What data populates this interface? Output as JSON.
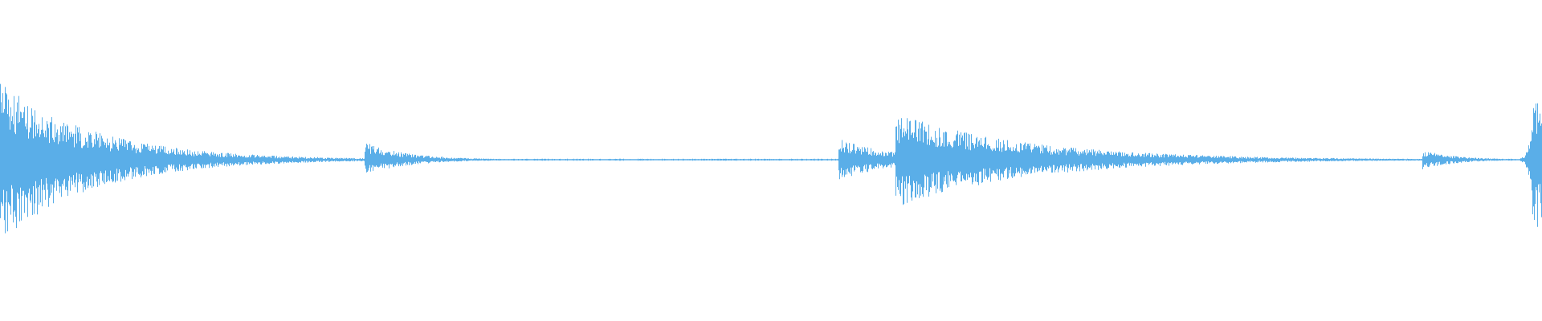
{
  "waveform": {
    "color": "#5aaee8",
    "background": "#ffffff",
    "transients": [
      {
        "at": 0.0,
        "peak_up": 0.49,
        "peak_down": 0.51,
        "decay": 0.06,
        "sustain": 0.1
      },
      {
        "at": 0.089,
        "peak_up": 0.03,
        "peak_down": 0.03,
        "decay": 0.004,
        "sustain": 0.0
      },
      {
        "at": 0.2365,
        "peak_up": 0.11,
        "peak_down": 0.1,
        "decay": 0.028,
        "sustain": 0.03
      },
      {
        "at": 0.5435,
        "peak_up": 0.13,
        "peak_down": 0.13,
        "decay": 0.036,
        "sustain": 0.06
      },
      {
        "at": 0.5805,
        "peak_up": 0.29,
        "peak_down": 0.3,
        "decay": 0.085,
        "sustain": 0.08
      },
      {
        "at": 0.6865,
        "peak_up": 0.03,
        "peak_down": 0.03,
        "decay": 0.004,
        "sustain": 0.0
      },
      {
        "at": 0.9225,
        "peak_up": 0.06,
        "peak_down": 0.06,
        "decay": 0.022,
        "sustain": 0.03
      },
      {
        "at": 0.9935,
        "peak_up": 0.4,
        "peak_down": 0.42,
        "decay": 0.01,
        "sustain": 0.2
      }
    ],
    "noise_floor": 0.004
  }
}
